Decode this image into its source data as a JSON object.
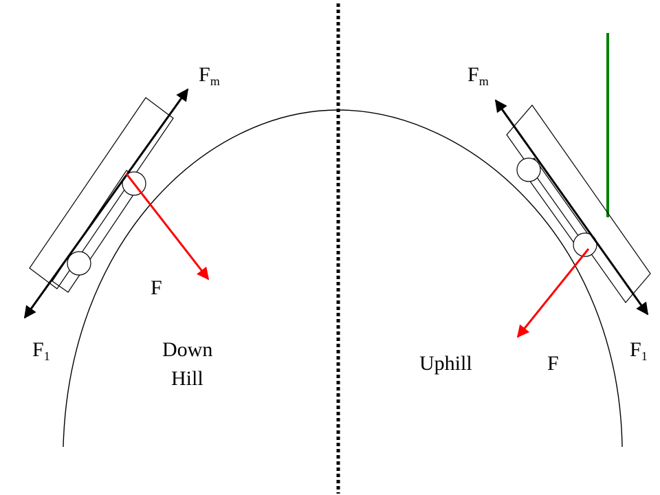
{
  "colors": {
    "line": "#000000",
    "force_F": "#ff0000",
    "marker": "#008000",
    "background": "#ffffff"
  },
  "left_panel": {
    "title_line1": "Down",
    "title_line2": "Hill",
    "force_Fm": {
      "main": "F",
      "sub": "m"
    },
    "force_F": "F",
    "force_F1": {
      "main": "F",
      "sub": "1"
    }
  },
  "right_panel": {
    "title": "Uphill",
    "force_Fm": {
      "main": "F",
      "sub": "m"
    },
    "force_F": "F",
    "force_F1": {
      "main": "F",
      "sub": "1"
    }
  }
}
